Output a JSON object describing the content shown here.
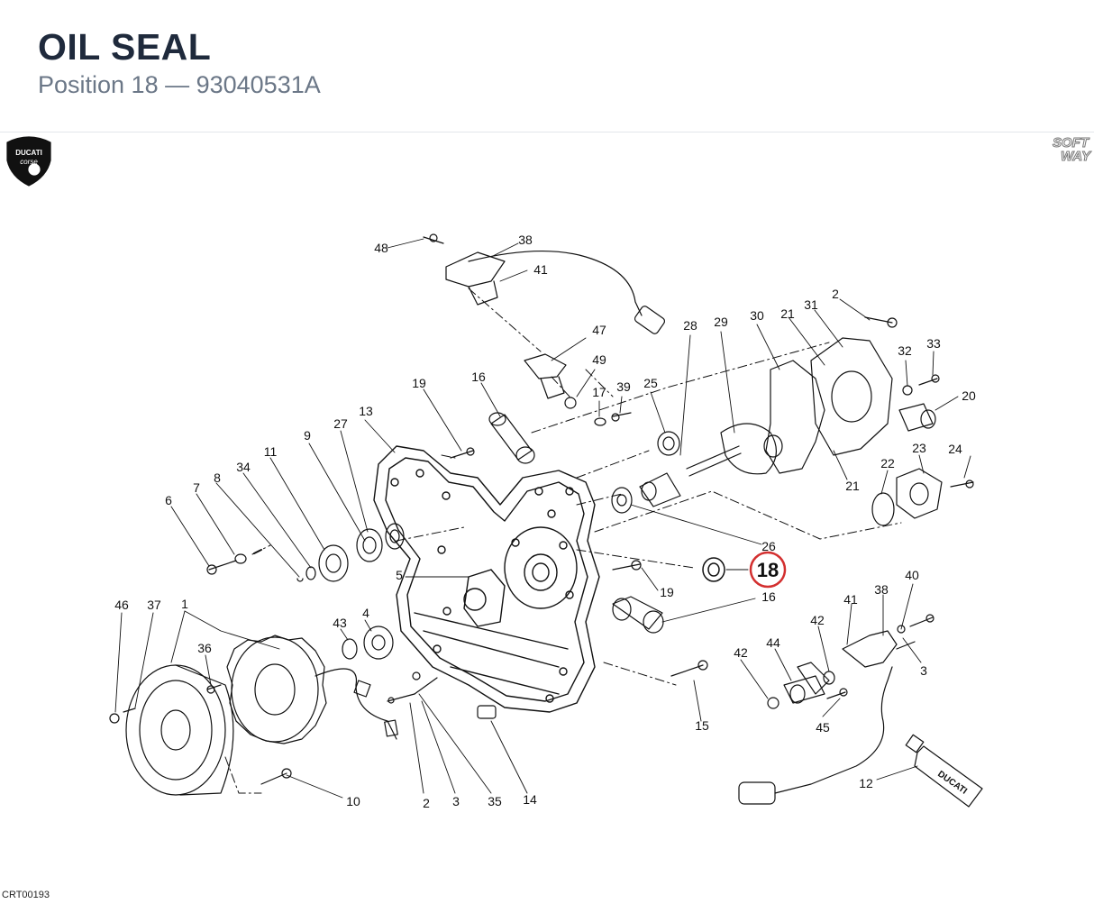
{
  "header": {
    "title": "OIL SEAL",
    "subtitle": "Position 18 — 93040531A"
  },
  "brand": {
    "left_logo_line1": "DUCATI",
    "left_logo_line2": "corse",
    "right_logo_line1": "SOFT",
    "right_logo_line2": "WAY",
    "tube_text": "DUCATI"
  },
  "diagram": {
    "highlighted_label": "18",
    "highlight_color": "#d32f2f",
    "callouts": [
      "48",
      "38",
      "41",
      "47",
      "49",
      "17",
      "39",
      "25",
      "28",
      "29",
      "30",
      "21",
      "31",
      "2",
      "32",
      "33",
      "20",
      "19",
      "16",
      "13",
      "27",
      "9",
      "11",
      "34",
      "8",
      "7",
      "6",
      "5",
      "26",
      "19",
      "16",
      "24",
      "23",
      "22",
      "21",
      "46",
      "37",
      "1",
      "36",
      "43",
      "4",
      "2",
      "3",
      "35",
      "14",
      "10",
      "15",
      "40",
      "38",
      "41",
      "42",
      "44",
      "42",
      "3",
      "45",
      "12"
    ]
  },
  "footer": {
    "code": "CRT00193"
  }
}
